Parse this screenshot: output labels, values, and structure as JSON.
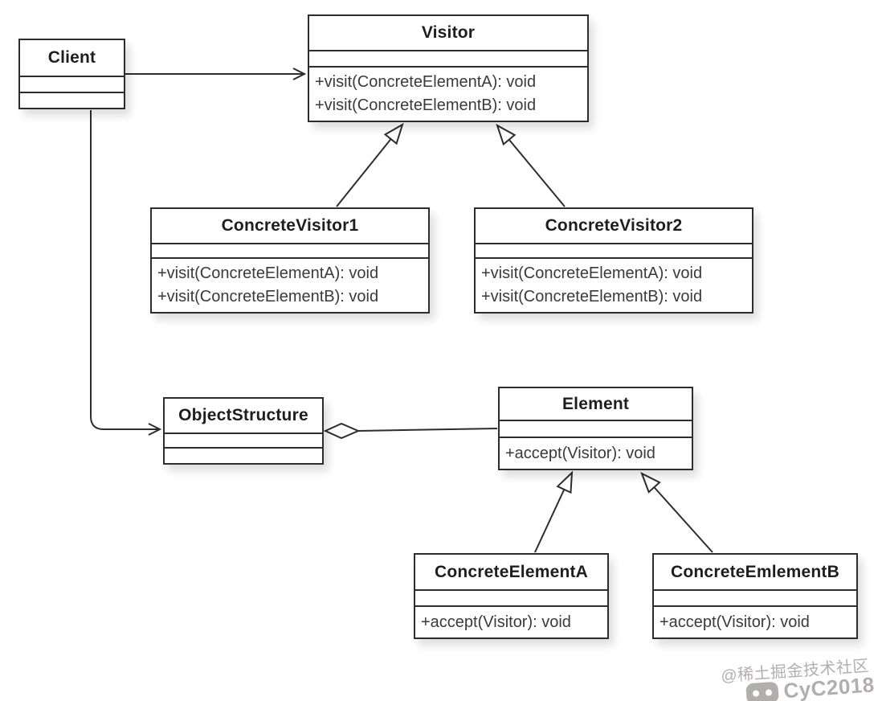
{
  "diagram": {
    "kind": "uml-class-diagram",
    "pattern": "Visitor"
  },
  "classes": {
    "client": {
      "name": "Client",
      "methods": []
    },
    "visitor": {
      "name": "Visitor",
      "methods": [
        "+visit(ConcreteElementA): void",
        "+visit(ConcreteElementB): void"
      ]
    },
    "concreteVisitor1": {
      "name": "ConcreteVisitor1",
      "methods": [
        "+visit(ConcreteElementA): void",
        "+visit(ConcreteElementB): void"
      ]
    },
    "concreteVisitor2": {
      "name": "ConcreteVisitor2",
      "methods": [
        "+visit(ConcreteElementA): void",
        "+visit(ConcreteElementB): void"
      ]
    },
    "objectStructure": {
      "name": "ObjectStructure",
      "methods": []
    },
    "element": {
      "name": "Element",
      "methods": [
        "+accept(Visitor): void"
      ]
    },
    "concreteElementA": {
      "name": "ConcreteElementA",
      "methods": [
        "+accept(Visitor): void"
      ]
    },
    "concreteElementB": {
      "name": "ConcreteEmlementB",
      "methods": [
        "+accept(Visitor): void"
      ]
    }
  },
  "relationships": [
    {
      "from": "Client",
      "to": "Visitor",
      "type": "association"
    },
    {
      "from": "Client",
      "to": "ObjectStructure",
      "type": "association"
    },
    {
      "from": "ConcreteVisitor1",
      "to": "Visitor",
      "type": "generalization"
    },
    {
      "from": "ConcreteVisitor2",
      "to": "Visitor",
      "type": "generalization"
    },
    {
      "from": "ObjectStructure",
      "to": "Element",
      "type": "aggregation"
    },
    {
      "from": "ConcreteElementA",
      "to": "Element",
      "type": "generalization"
    },
    {
      "from": "ConcreteEmlementB",
      "to": "Element",
      "type": "generalization"
    }
  ],
  "watermark": {
    "community": "@稀土掘金技术社区",
    "author": "CyC2018"
  },
  "colors": {
    "line": "#2d2d2d",
    "text": "#3a3a3a",
    "title_text": "#1e1e1e",
    "background": "#ffffff",
    "watermark": "#b3aeae"
  }
}
